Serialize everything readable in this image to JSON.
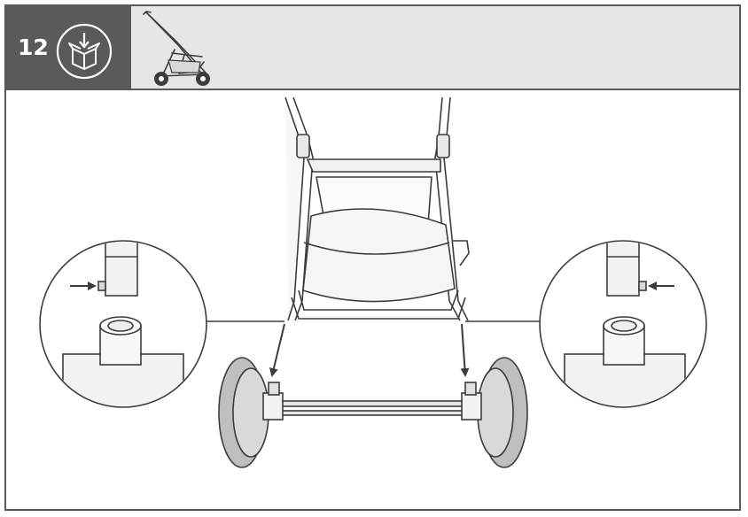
{
  "step": {
    "number": "12",
    "icon": "unbox-icon"
  },
  "colors": {
    "header_dark": "#5a5a5a",
    "header_light": "#e6e6e6",
    "line": "#3c3c3c",
    "fill_light": "#f2f2f2",
    "fill_mid": "#d9d9d9",
    "tyre": "#bfbfbf"
  },
  "illustration": {
    "subject": "stroller-frame",
    "callouts": [
      "left-wheel-connector-detail",
      "right-wheel-connector-detail"
    ],
    "arrows": [
      "left-down-arrow",
      "right-down-arrow",
      "left-detail-arrow",
      "right-detail-arrow"
    ]
  }
}
